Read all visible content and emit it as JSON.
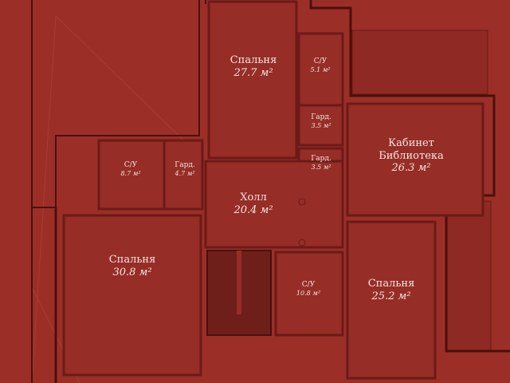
{
  "plan": {
    "rooms": [
      {
        "name": "Спальня",
        "area": "27.7 м²"
      },
      {
        "name": "С/У",
        "area": "5.1 м²"
      },
      {
        "name": "Гард.",
        "area": "3.5 м²"
      },
      {
        "name": "Гард.",
        "area": "3.5 м²"
      },
      {
        "name": "Кабинет Библиотека",
        "area": "26.3 м²"
      },
      {
        "name": "С/У",
        "area": "8.7 м²"
      },
      {
        "name": "Гард.",
        "area": "4.7 м²"
      },
      {
        "name": "Холл",
        "area": "20.4 м²"
      },
      {
        "name": "Спальня",
        "area": "30.8 м²"
      },
      {
        "name": "С/У",
        "area": "10.8 м²"
      },
      {
        "name": "Спальня",
        "area": "25.2 м²"
      }
    ],
    "colors": {
      "background": "#9b2f28",
      "wall": "#4a100d",
      "inner": "#7e2520",
      "text": "#f3e6e2"
    }
  }
}
